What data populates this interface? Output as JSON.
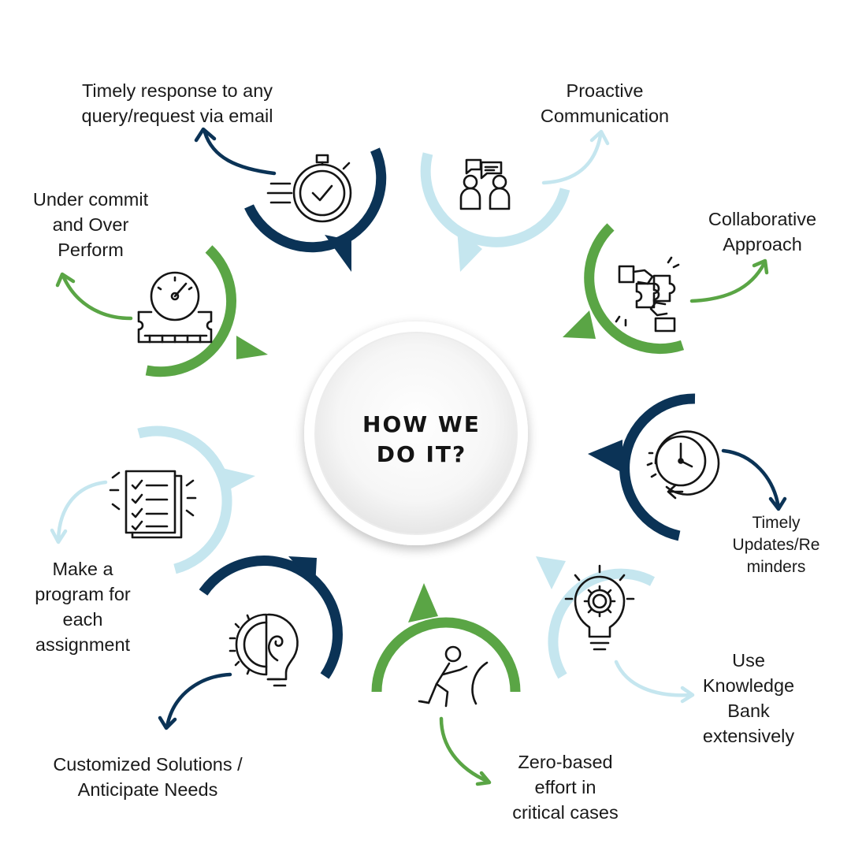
{
  "center": {
    "title_line1": "HOW WE",
    "title_line2": "DO IT?"
  },
  "colors": {
    "navy": "#0b3356",
    "green": "#5aa545",
    "light_blue": "#c5e6ef",
    "text": "#1a1a1a"
  },
  "items": [
    {
      "id": "timely-response",
      "icon": "stopwatch-icon",
      "color": "navy",
      "lines": [
        "Timely response to any",
        "query/request via email"
      ]
    },
    {
      "id": "proactive-communication",
      "icon": "conversation-icon",
      "color": "light_blue",
      "lines": [
        "Proactive",
        "Communication"
      ]
    },
    {
      "id": "collaborative-approach",
      "icon": "puzzle-hands-icon",
      "color": "green",
      "lines": [
        "Collaborative",
        "Approach"
      ]
    },
    {
      "id": "timely-updates",
      "icon": "clock-reminder-icon",
      "color": "navy",
      "lines": [
        "Timely",
        "Updates/Re",
        "minders"
      ]
    },
    {
      "id": "knowledge-bank",
      "icon": "lightbulb-gear-icon",
      "color": "light_blue",
      "lines": [
        "Use",
        "Knowledge",
        "Bank",
        "extensively"
      ]
    },
    {
      "id": "zero-based-effort",
      "icon": "person-pushing-icon",
      "color": "green",
      "lines": [
        "Zero-based",
        "effort in",
        "critical cases"
      ]
    },
    {
      "id": "customized-solutions",
      "icon": "gear-brain-bulb-icon",
      "color": "navy",
      "lines": [
        "Customized Solutions /",
        "Anticipate Needs"
      ]
    },
    {
      "id": "make-program",
      "icon": "checklist-document-icon",
      "color": "light_blue",
      "lines": [
        "Make a",
        "program for",
        "each",
        "assignment"
      ]
    },
    {
      "id": "under-commit",
      "icon": "speedometer-icon",
      "color": "green",
      "lines": [
        "Under commit",
        "and Over",
        "Perform"
      ]
    }
  ]
}
